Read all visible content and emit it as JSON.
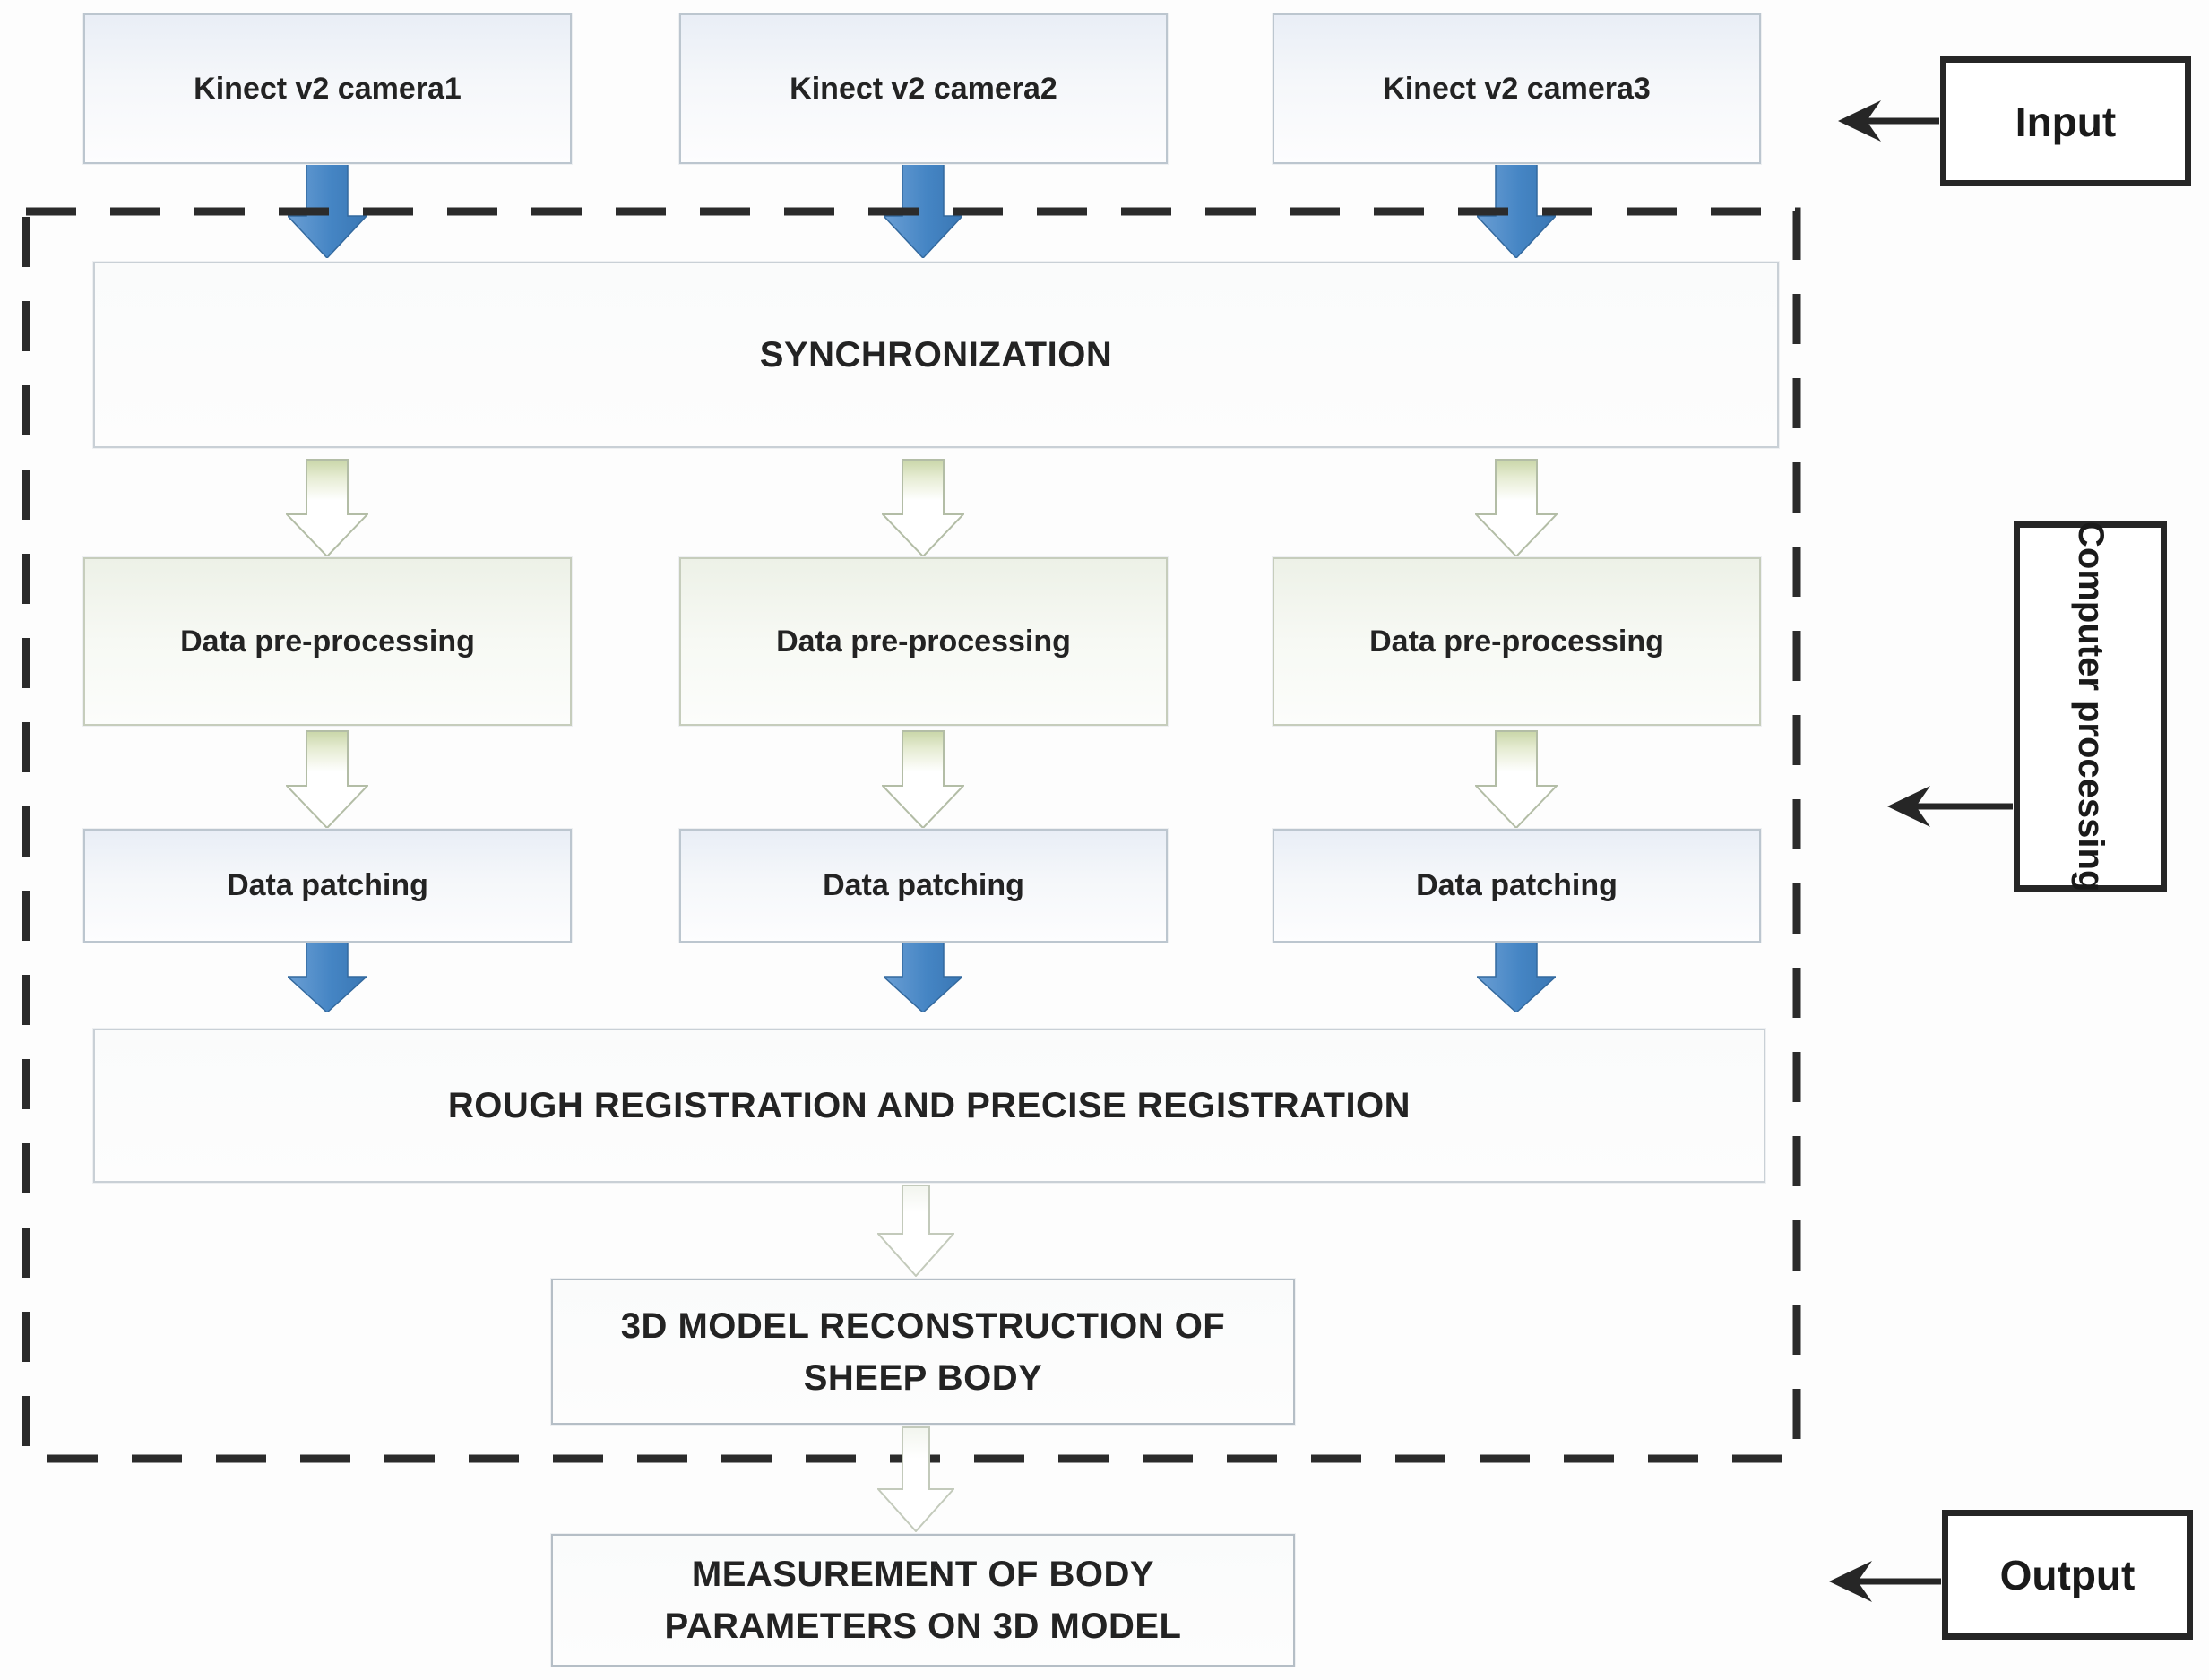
{
  "diagram": {
    "inputs": [
      "Kinect v2 camera1",
      "Kinect v2 camera2",
      "Kinect v2 camera3"
    ],
    "synchronization": "SYNCHRONIZATION",
    "pre_processing": [
      "Data pre-processing",
      "Data pre-processing",
      "Data pre-processing"
    ],
    "patching": [
      "Data patching",
      "Data patching",
      "Data patching"
    ],
    "registration": "ROUGH REGISTRATION AND PRECISE  REGISTRATION",
    "reconstruction_line1": "3D MODEL RECONSTRUCTION OF",
    "reconstruction_line2": "SHEEP BODY",
    "measurement_line1": "MEASUREMENT OF BODY",
    "measurement_line2": "PARAMETERS ON 3D MODEL",
    "annotations": {
      "input": "Input",
      "processing": "Computer processing",
      "output": "Output"
    },
    "colors": {
      "flow_blue": "#4585c4",
      "flow_blue_dark": "#33699e",
      "pale_green_band": "#c9d6a8",
      "dashed_border": "#2b2b2b",
      "node_border_blue": "#bcc6cf",
      "node_border_green": "#c6cdbc",
      "text_dark": "#232323"
    }
  }
}
